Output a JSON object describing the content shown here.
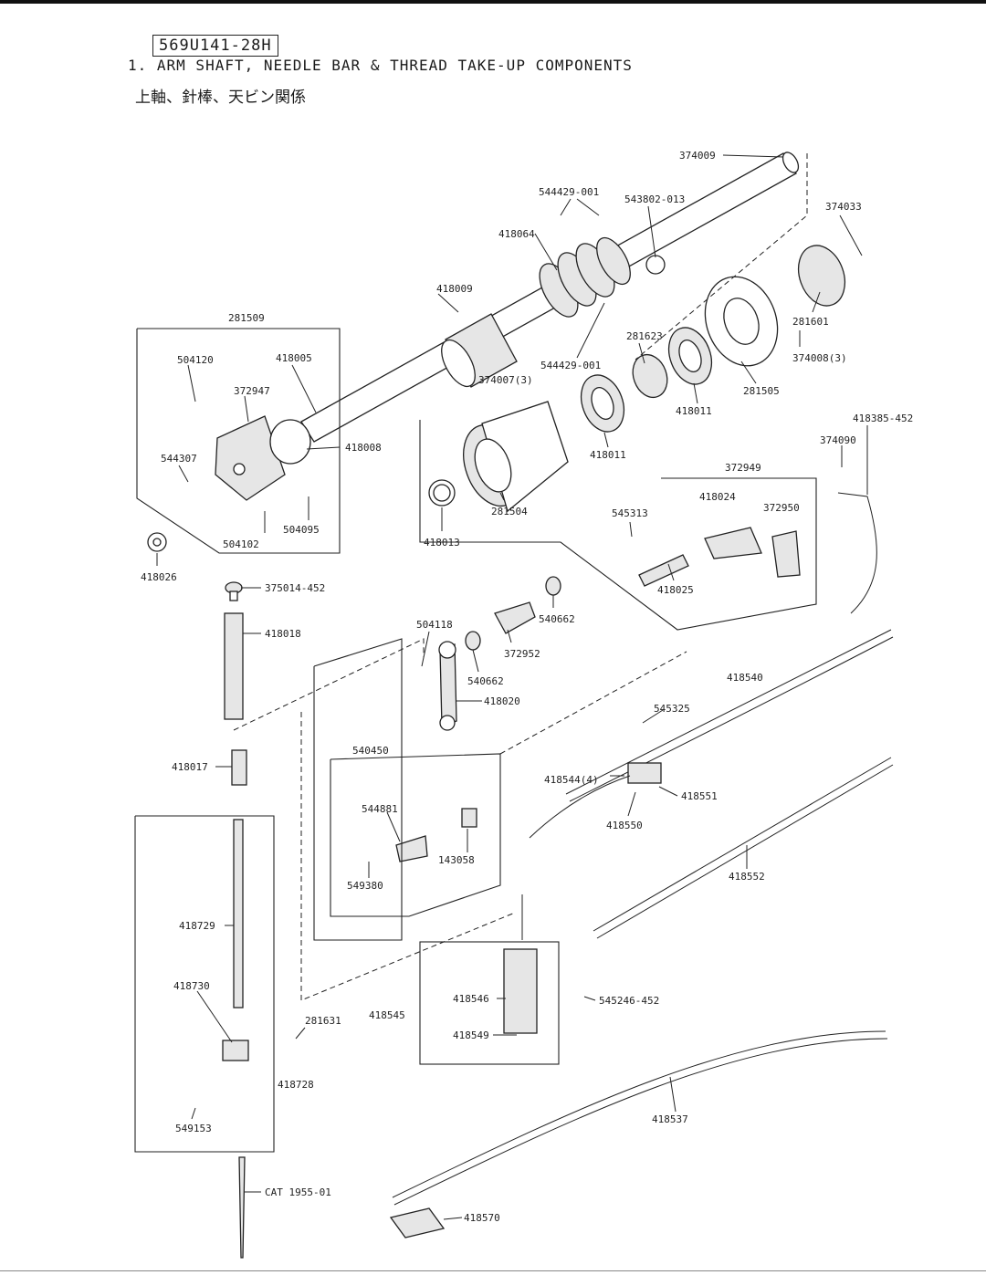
{
  "header": {
    "code": "569U141-28H",
    "title_en": "1. ARM SHAFT, NEEDLE BAR & THREAD TAKE-UP COMPONENTS",
    "title_jp": "上軸、針棒、天ビン関係"
  },
  "parts": {
    "p374009": "374009",
    "p544429_top": "544429-001",
    "p543802": "543802-013",
    "p374033": "374033",
    "p418064": "418064",
    "p418009": "418009",
    "p281509": "281509",
    "p504120": "504120",
    "p418005": "418005",
    "p372947": "372947",
    "p544429_mid": "544429-001",
    "p374007": "374007(3)",
    "p281623": "281623",
    "p281601": "281601",
    "p374008": "374008(3)",
    "p281505": "281505",
    "p418011_a": "418011",
    "p418011_b": "418011",
    "p418385": "418385-452",
    "p374090": "374090",
    "p544307": "544307",
    "p418008": "418008",
    "p504095": "504095",
    "p504102": "504102",
    "p418026": "418026",
    "p418013": "418013",
    "p281504": "281504",
    "p545313": "545313",
    "p372949": "372949",
    "p418024": "418024",
    "p372950": "372950",
    "p418025": "418025",
    "p375014": "375014-452",
    "p418018": "418018",
    "p504118": "504118",
    "p540662_a": "540662",
    "p540662_b": "540662",
    "p372952": "372952",
    "p418020": "418020",
    "p418540": "418540",
    "p545325": "545325",
    "p418017": "418017",
    "p540450": "540450",
    "p418544": "418544(4)",
    "p418551": "418551",
    "p544881": "544881",
    "p143058": "143058",
    "p418550": "418550",
    "p549380": "549380",
    "p418552": "418552",
    "p418729": "418729",
    "p418730": "418730",
    "p418546": "418546",
    "p545246": "545246-452",
    "p281631": "281631",
    "p418545": "418545",
    "p418549": "418549",
    "p418728": "418728",
    "p549153": "549153",
    "p418537": "418537",
    "p418570": "418570",
    "pCAT": "CAT 1955-01"
  }
}
